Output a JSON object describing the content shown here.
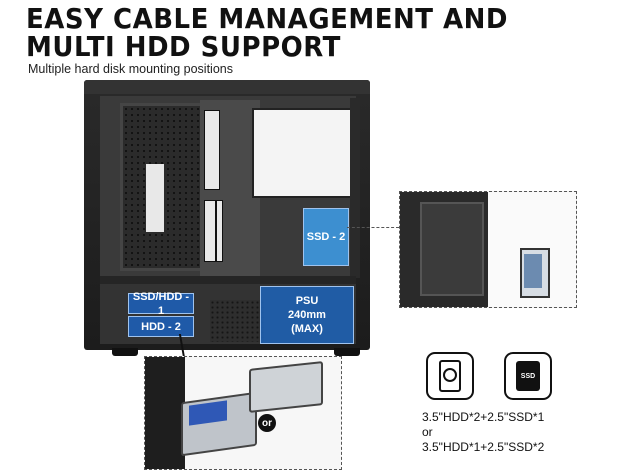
{
  "headline": {
    "line1": "EASY CABLE MANAGEMENT AND",
    "line2": "MULTI HDD SUPPORT",
    "subtitle": "Multiple hard disk mounting positions"
  },
  "labels": {
    "ssd2": "SSD - 2",
    "ssd_hdd1": "SSD/HDD - 1",
    "hdd2": "HDD - 2",
    "psu_line1": "PSU",
    "psu_line2": "240mm",
    "psu_line3": "(MAX)"
  },
  "callout": {
    "or_badge": "or"
  },
  "icons": {
    "hdd": "hard-drive-icon",
    "ssd_text": "SSD"
  },
  "configs": {
    "option1": "3.5\"HDD*2+2.5\"SSD*1",
    "or": "or",
    "option2": "3.5\"HDD*1+2.5\"SSD*2"
  },
  "colors": {
    "label_blue": "#1f5aa8",
    "ssd_blue": "#3d8fd0"
  }
}
